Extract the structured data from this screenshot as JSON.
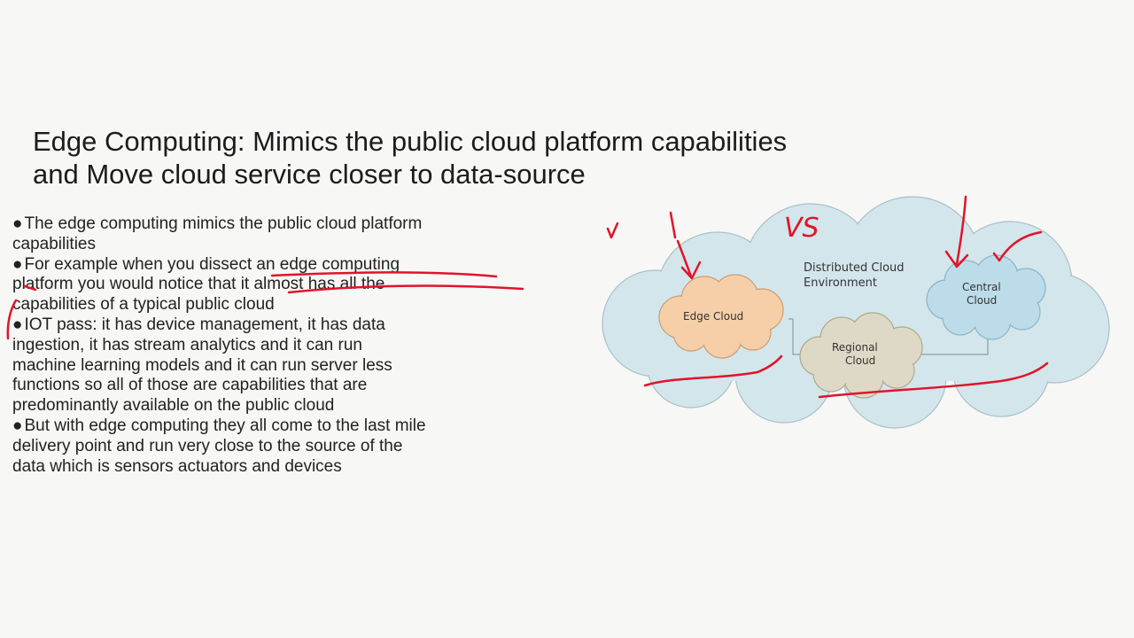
{
  "slide": {
    "title_line1": "Edge Computing: Mimics the public cloud platform capabilities",
    "title_line2": "and Move cloud service closer to data-source",
    "bullet_marker": "●",
    "bullets": [
      {
        "line1": "The edge computing mimics the public cloud platform",
        "rest": [
          "capabilities"
        ]
      },
      {
        "line1": "For example when you dissect an edge computing",
        "rest": [
          "platform you would notice that it almost has all the",
          "capabilities of a typical public cloud"
        ]
      },
      {
        "line1": "IOT pass: it has device management, it has data",
        "rest": [
          "ingestion, it has stream analytics and it can run",
          "machine learning models and it can run server less",
          "functions so all of those are capabilities that are",
          "predominantly available on the public cloud"
        ]
      },
      {
        "line1": "But with edge computing they all come to the last mile",
        "rest": [
          "delivery point and run very close to the source of the",
          "data which is sensors actuators and devices"
        ]
      }
    ]
  },
  "diagram": {
    "outer_label_line1": "Distributed Cloud",
    "outer_label_line2": "Environment",
    "edge_cloud": "Edge Cloud",
    "regional_cloud_line1": "Regional",
    "regional_cloud_line2": "Cloud",
    "central_cloud_line1": "Central",
    "central_cloud_line2": "Cloud",
    "annotation_vs": "VS",
    "colors": {
      "outer_cloud": "#d3e6ec",
      "edge_cloud": "#f6cfa8",
      "regional_cloud": "#ded9c6",
      "central_cloud": "#bcdcea",
      "ink": "#e0142b"
    }
  }
}
